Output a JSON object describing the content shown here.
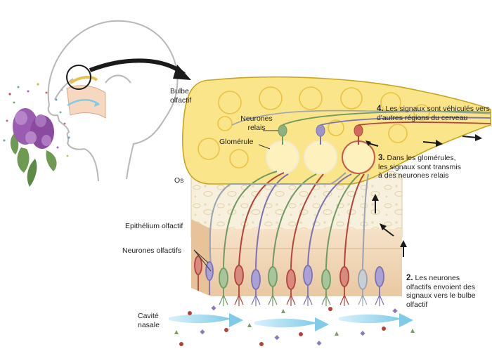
{
  "labels": {
    "bulbe": "Bulbe olfactif",
    "neurones_relais": "Neurones relais",
    "glomerule": "Glomérule",
    "os": "Os",
    "epithelium": "Epithélium olfactif",
    "neurones_olfactifs": "Neurones olfactifs",
    "cavite": "Cavité nasale"
  },
  "steps": [
    {
      "number": "2.",
      "text": "Les neurones olfactifs envoient des signaux vers le bulbe olfactif"
    },
    {
      "number": "3.",
      "text": "Dans les glomérules, les signaux sont transmis à des neurones relais"
    },
    {
      "number": "4.",
      "text": "Les signaux sont véhiculés vers d'autres régions du cerveau"
    }
  ],
  "colors": {
    "bulb_fill": "#fbe58a",
    "bulb_stroke": "#c9a51c",
    "neuron_red": "#b5423a",
    "neuron_green": "#6f9a62",
    "neuron_violet": "#7b72b5",
    "neuron_grey": "#9aa3b2",
    "bone": "#f4ecd6",
    "epithelium": "#f3d9b8",
    "flower": "#8c4aa0",
    "airflow": "#8fd3ec"
  }
}
